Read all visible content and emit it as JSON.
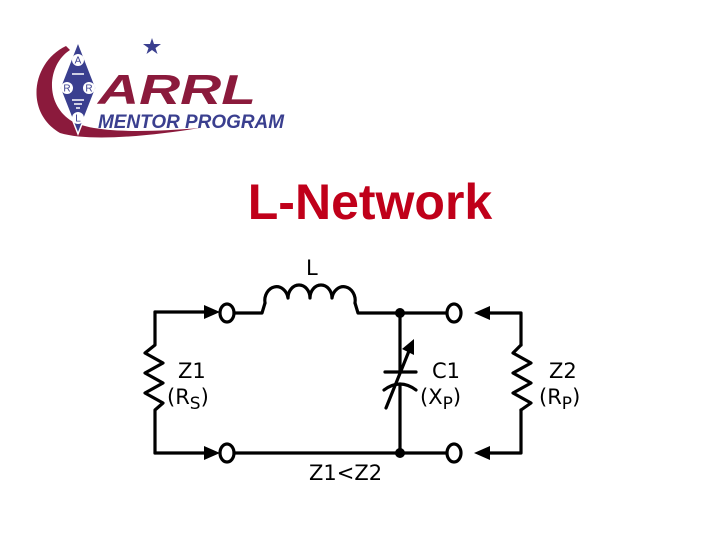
{
  "logo": {
    "org_text": "ARRL",
    "tagline": "MENTOR PROGRAM",
    "emblem_letters": [
      "A",
      "R",
      "R",
      "L"
    ],
    "brand_color": "#8b1a3c",
    "accent_color": "#3a3f8f"
  },
  "title": {
    "text": "L-Network",
    "color": "#c0001a"
  },
  "circuit": {
    "inductor_label": "L",
    "source": {
      "name": "Z1",
      "open": "(R",
      "sub": "S",
      "close": ")"
    },
    "capacitor": {
      "name": "C1",
      "open": "(X",
      "sub": "P",
      "close": ")"
    },
    "load": {
      "name": "Z2",
      "open": "(R",
      "sub": "P",
      "close": ")"
    },
    "condition": "Z1<Z2"
  }
}
